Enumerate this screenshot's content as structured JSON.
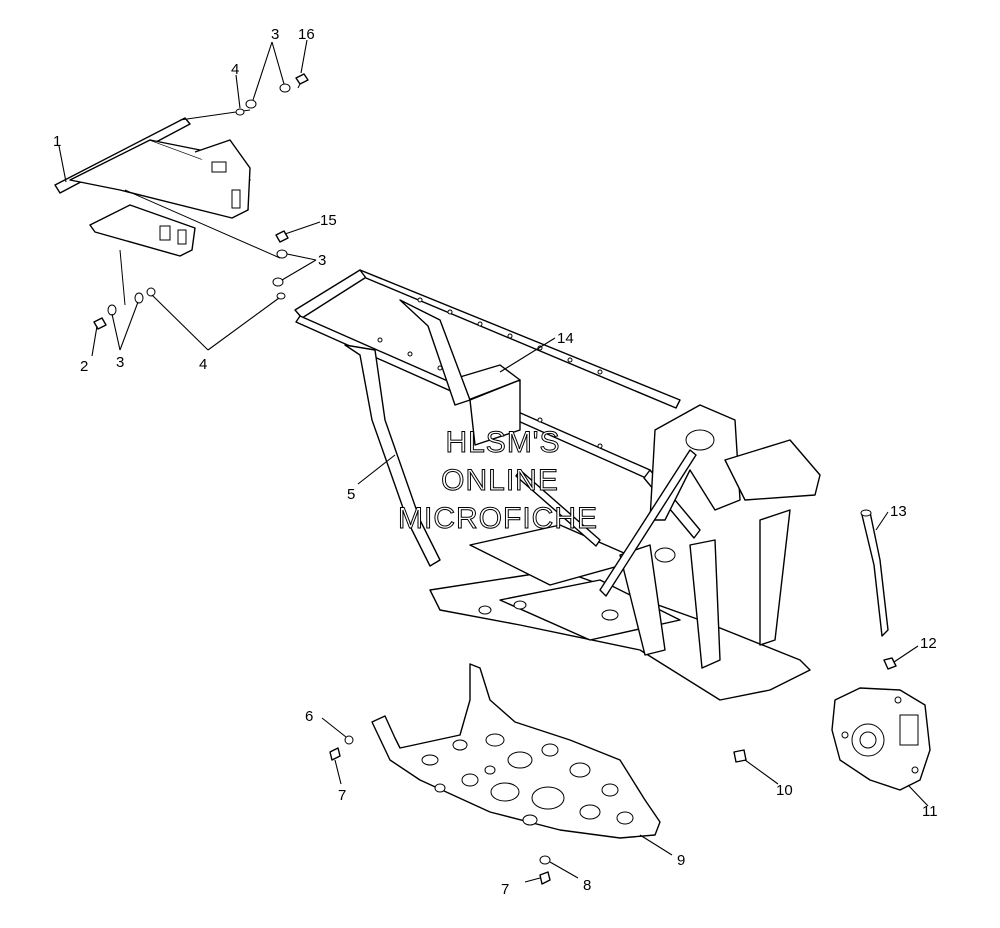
{
  "labels": {
    "l1": "1",
    "l2": "2",
    "l3a": "3",
    "l3b": "3",
    "l3c": "3",
    "l4a": "4",
    "l4b": "4",
    "l5": "5",
    "l6": "6",
    "l7a": "7",
    "l7b": "7",
    "l8": "8",
    "l9": "9",
    "l10": "10",
    "l11": "11",
    "l12": "12",
    "l13": "13",
    "l14": "14",
    "l15": "15",
    "l16": "16"
  },
  "watermark": {
    "line1": "HLSM'S",
    "line2": "ONLINE",
    "line3": "MICROFICHE"
  }
}
